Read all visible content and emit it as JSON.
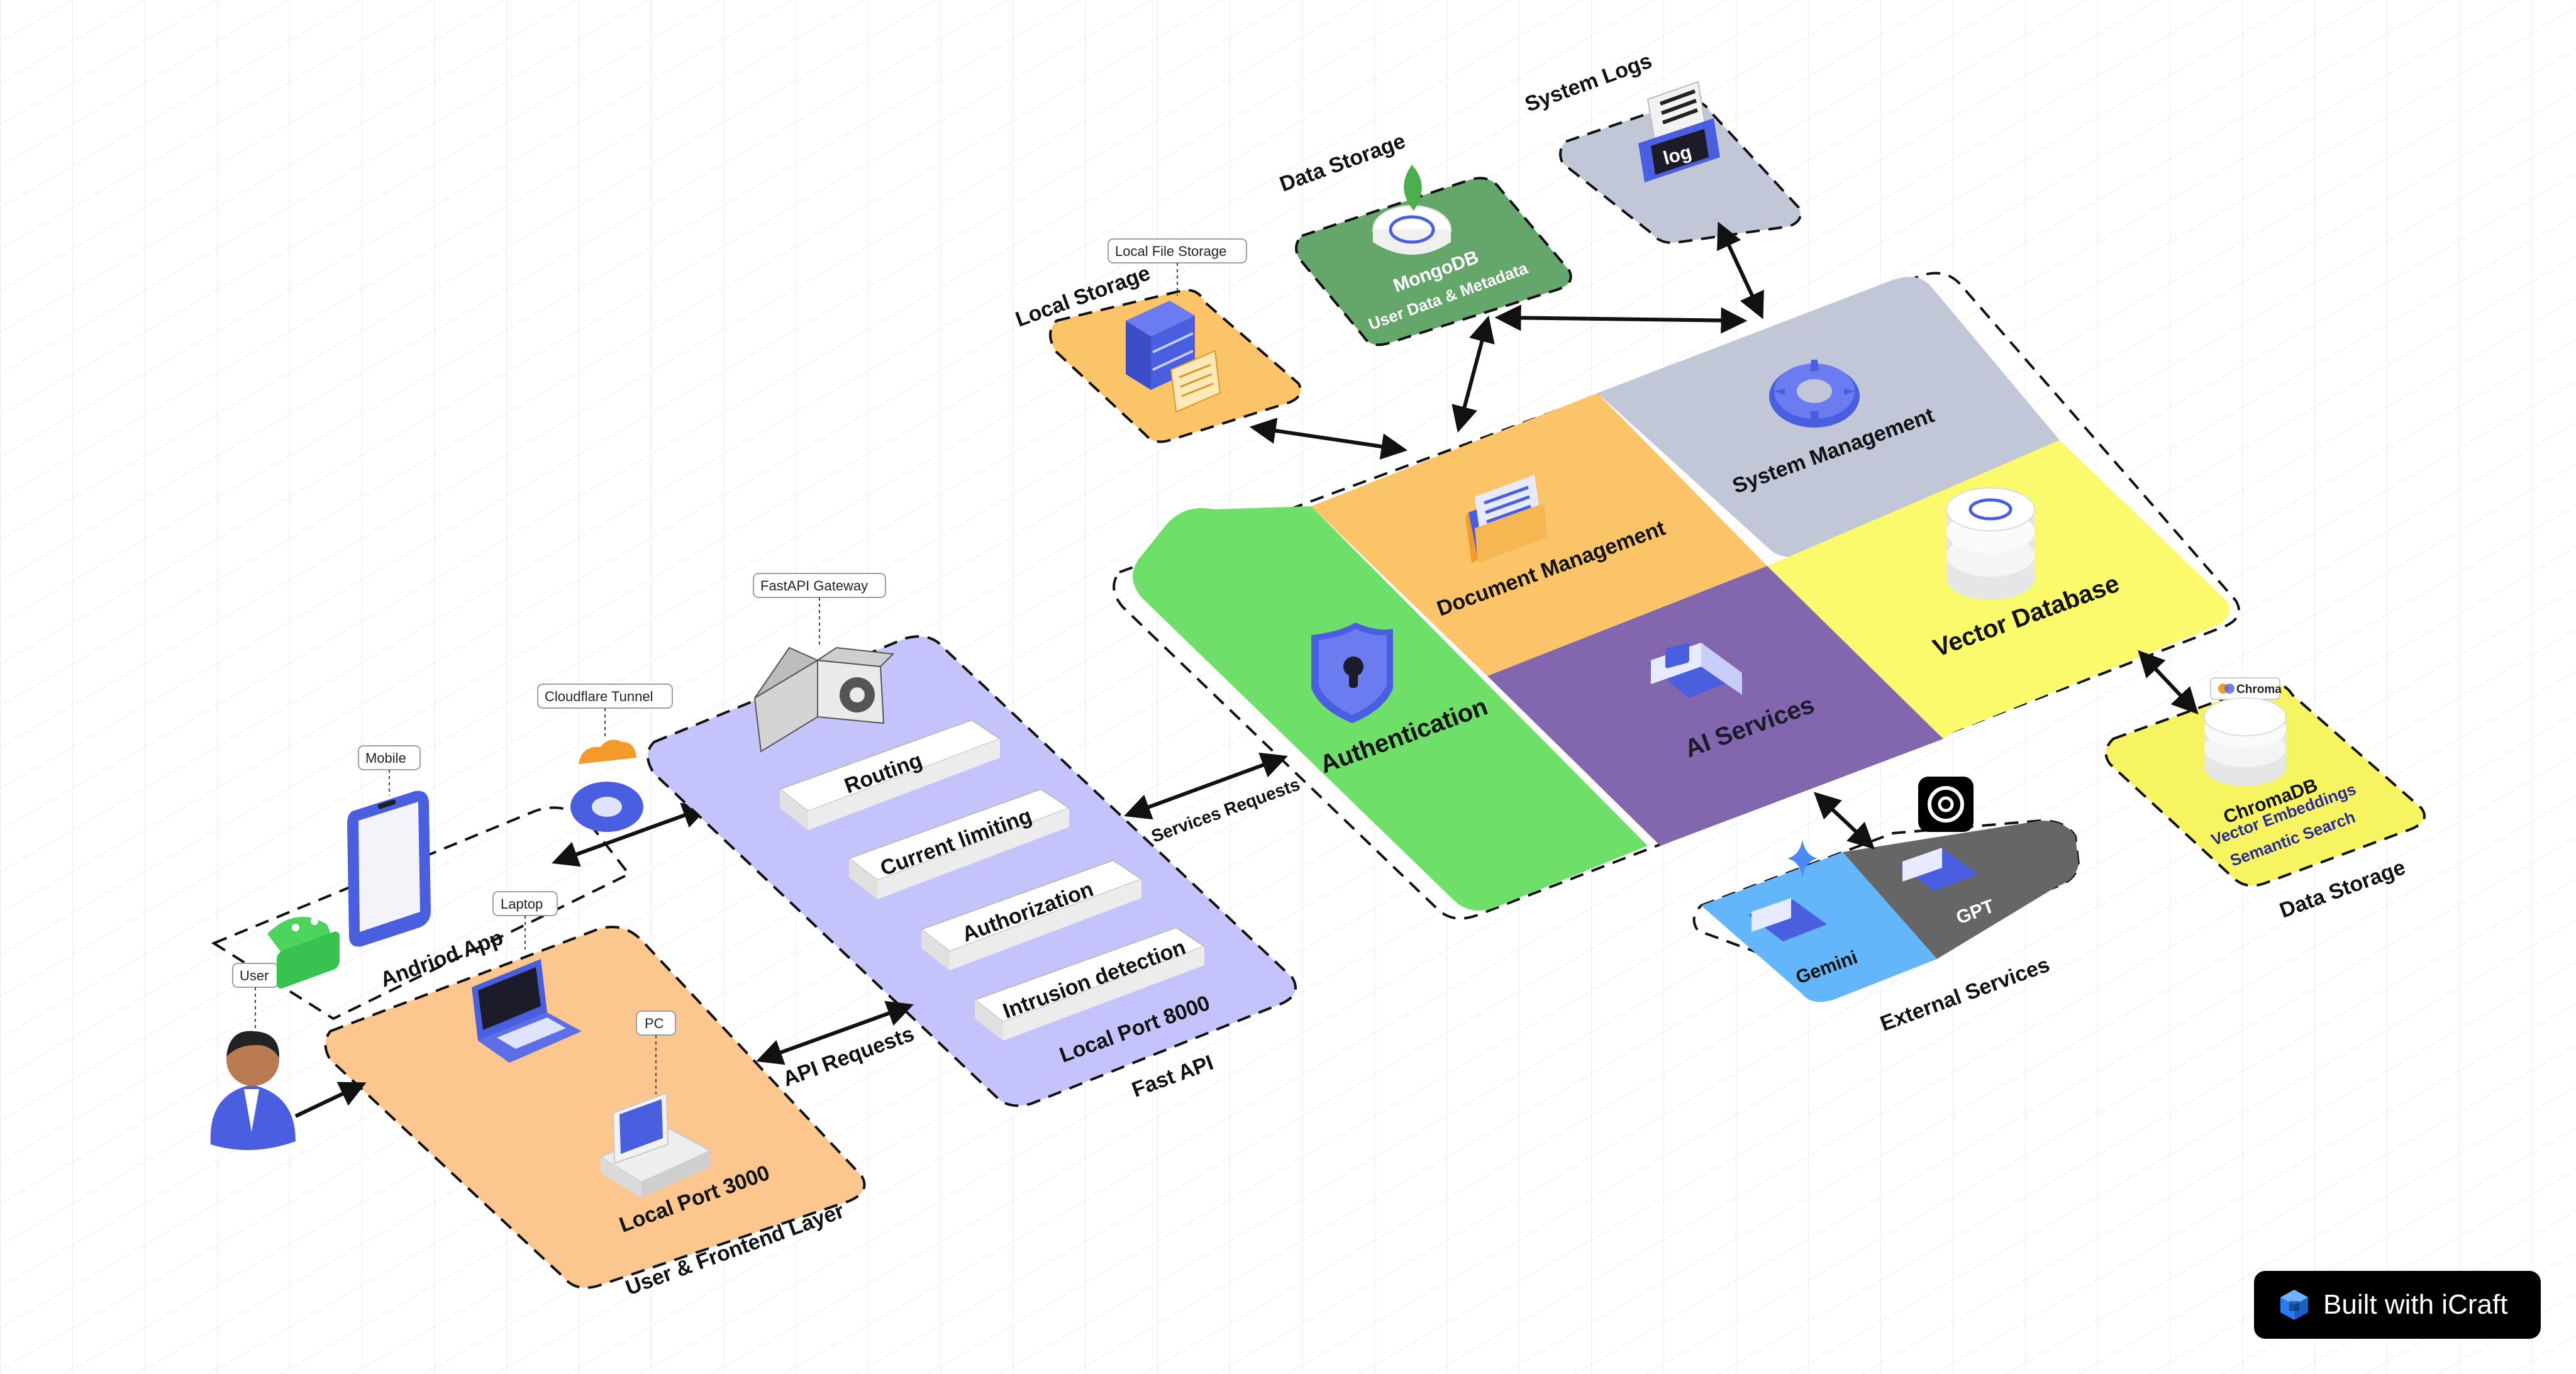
{
  "diagram": {
    "zones": {
      "frontend": "User & Frontend Layer",
      "frontend_port": "Local Port 3000",
      "fastapi": "Fast API",
      "fastapi_port": "Local Port 8000",
      "local_storage": "Local Storage",
      "data_storage_top": "Data Storage",
      "system_logs": "System Logs",
      "external_services": "External Services",
      "data_storage_right": "Data Storage"
    },
    "tags": {
      "user": "User",
      "mobile": "Mobile",
      "laptop": "Laptop",
      "pc": "PC",
      "cloudflare": "Cloudflare Tunnel",
      "gateway": "FastAPI Gateway",
      "local_file_storage": "Local File Storage"
    },
    "nodes": {
      "android_app": "Andriod App",
      "mongodb": "MongoDB",
      "mongodb_sub": "User Data & Metadata",
      "log": "log",
      "chroma_logo": "Chroma",
      "chromadb": "ChromaDB",
      "chromadb_sub1": "Vector Embeddings",
      "chromadb_sub2": "Semantic Search",
      "gemini": "Gemini",
      "gpt": "GPT"
    },
    "gateway_steps": [
      "Routing",
      "Current limiting",
      "Authorization",
      "Intrusion detection"
    ],
    "modules": {
      "authentication": "Authentication",
      "document_management": "Document Management",
      "system_management": "System Management",
      "ai_services": "AI Services",
      "vector_database": "Vector Database"
    },
    "edges": {
      "api_requests": "API Requests",
      "services_requests": "Services Requests"
    },
    "colors": {
      "frontend": "#fbc78f",
      "fastapi": "#c5c3fb",
      "authentication": "#6ee06a",
      "document": "#fbc469",
      "system": "#c2c7d8",
      "ai": "#8266ae",
      "vector": "#fafa6c",
      "mongodb": "#65a66a",
      "chroma": "#f7f461",
      "gemini": "#64b6fa",
      "gpt": "#666666",
      "accent": "#4a5fe0"
    }
  },
  "badge": {
    "label": "Built with iCraft"
  }
}
